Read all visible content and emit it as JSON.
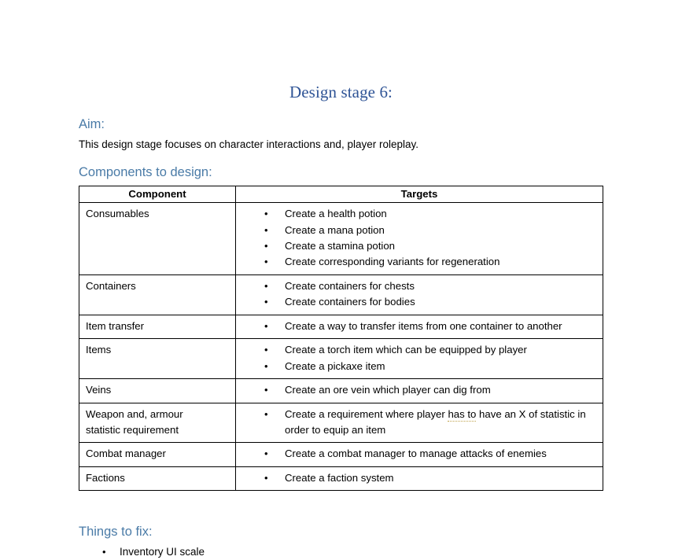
{
  "document": {
    "title": "Design stage 6:",
    "title_color": "#2f5496",
    "heading_color": "#4a7ba7",
    "sections": {
      "aim": {
        "heading": "Aim:",
        "paragraph": "This design stage focuses on character interactions and, player roleplay."
      },
      "components": {
        "heading": "Components to design:"
      },
      "things_to_fix": {
        "heading": "Things to fix:",
        "items": [
          "Inventory UI scale"
        ]
      }
    },
    "table": {
      "columns": [
        "Component",
        "Targets"
      ],
      "rows": [
        {
          "component": "Consumables",
          "targets": [
            "Create a health potion",
            "Create a mana potion",
            "Create a stamina potion",
            "Create corresponding variants for regeneration"
          ]
        },
        {
          "component": "Containers",
          "targets": [
            "Create containers for chests",
            "Create containers for bodies"
          ]
        },
        {
          "component": "Item transfer",
          "targets": [
            "Create a way to transfer items from one container to another"
          ]
        },
        {
          "component": "Items",
          "targets": [
            "Create a torch item which can be equipped by player",
            "Create a pickaxe item"
          ]
        },
        {
          "component": "Veins",
          "targets": [
            "Create an ore vein which player can dig from"
          ]
        },
        {
          "component": "Weapon and, armour statistic requirement",
          "component_lines": [
            "Weapon and, armour",
            "statistic requirement"
          ],
          "targets_rich": [
            {
              "parts": [
                {
                  "text": "Create a requirement where player "
                },
                {
                  "text": "has to",
                  "flag": "grammar"
                },
                {
                  "text": " have an X of statistic in order to equip an item"
                }
              ]
            }
          ]
        },
        {
          "component": "Combat manager",
          "targets": [
            "Create a combat manager to manage attacks of enemies"
          ]
        },
        {
          "component": "Factions",
          "targets": [
            "Create a faction system"
          ]
        }
      ]
    },
    "bullet_glyph": "•"
  }
}
